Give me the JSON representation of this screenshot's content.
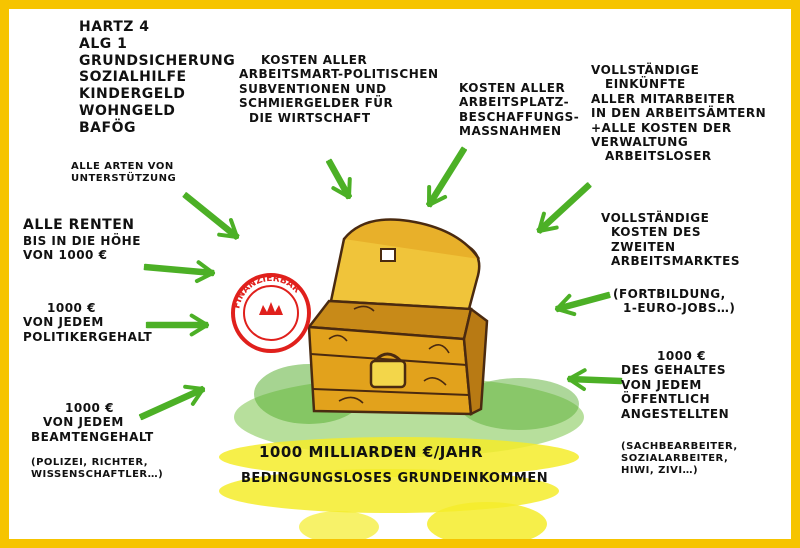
{
  "blocks": {
    "support": {
      "lines": [
        "HARTZ 4",
        "ALG 1",
        "GRUNDSICHERUNG",
        "SOZIALHILFE",
        "KINDERGELD",
        "WOHNGELD",
        "BAFÖG"
      ],
      "note": [
        "ALLE ARTEN VON",
        "UNTERSTÜTZUNG"
      ]
    },
    "subsidies": [
      "KOSTEN ALLER",
      "ARBEITSMART-POLITISCHEN",
      "SUBVENTIONEN UND",
      "SCHMIERGELDER FÜR",
      "DIE WIRTSCHAFT"
    ],
    "procurement": [
      "KOSTEN ALLER",
      "ARBEITSPLATZ-",
      "BESCHAFFUNGS-",
      "MASSNAHMEN"
    ],
    "employment_offices": [
      "VOLLSTÄNDIGE",
      "EINKÜNFTE",
      "ALLER MITARBEITER",
      "IN DEN ARBEITSÄMTERN",
      "+ALLE KOSTEN DER",
      "VERWALTUNG",
      "ARBEITSLOSER"
    ],
    "pensions": [
      "ALLE RENTEN",
      "BIS IN DIE HÖHE",
      "VON 1000 €"
    ],
    "politicians": [
      "1000 €",
      "VON JEDEM",
      "POLITIKERGEHALT"
    ],
    "second_market": [
      "VOLLSTÄNDIGE",
      "KOSTEN DES",
      "ZWEITEN",
      "ARBEITSMARKTES"
    ],
    "second_market_note": [
      "(FORTBILDUNG,",
      "1-EURO-JOBS…)"
    ],
    "civil_servants": [
      "1000 €",
      "VON JEDEM",
      "BEAMTENGEHALT"
    ],
    "civil_servants_note": [
      "(POLIZEI, RICHTER,",
      "WISSENSCHAFTLER…)"
    ],
    "public_employees": [
      "1000 €",
      "DES GEHALTES",
      "VON JEDEM",
      "ÖFFENTLICH",
      "ANGESTELLTEN"
    ],
    "public_employees_note": [
      "(SACHBEARBEITER,",
      "SOZIALARBEITER,",
      "HIWI, ZIVI…)"
    ]
  },
  "stamp": {
    "text": "FINANZIERBAR",
    "color": "#e0201c"
  },
  "headline": "1000 MILLIARDEN €/JAHR",
  "subline": "BEDINGUNGSLOSES GRUNDEINKOMMEN",
  "colors": {
    "frame": "#f6c400",
    "arrow": "#4cb026",
    "chest": "#e2a21c",
    "highlight": "#f4ec2a"
  }
}
